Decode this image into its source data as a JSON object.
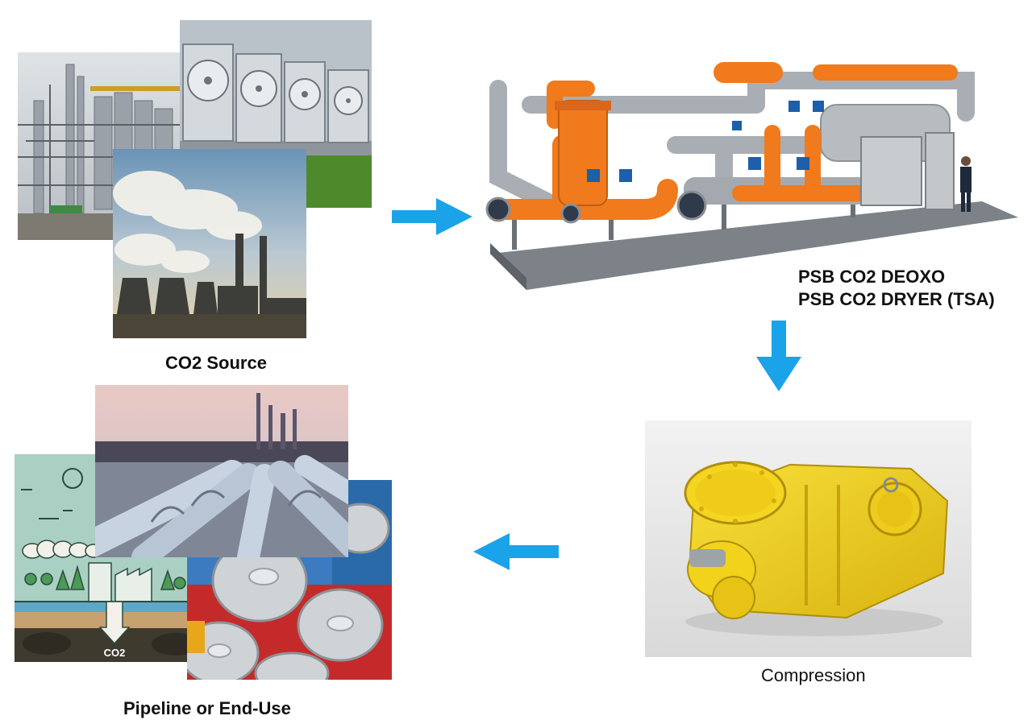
{
  "stages": {
    "source": {
      "label": "CO2 Source"
    },
    "deoxo": {
      "line1": "PSB CO2 DEOXO",
      "line2": "PSB CO2 DRYER (TSA)"
    },
    "compression": {
      "label": "Compression"
    },
    "end_use": {
      "label": "Pipeline or End-Use",
      "storage_tag": "CO2"
    }
  },
  "colors": {
    "arrow": "#1aa3e8",
    "skid_orange": "#f07a1c",
    "compressor_yellow": "#f2d21a"
  }
}
